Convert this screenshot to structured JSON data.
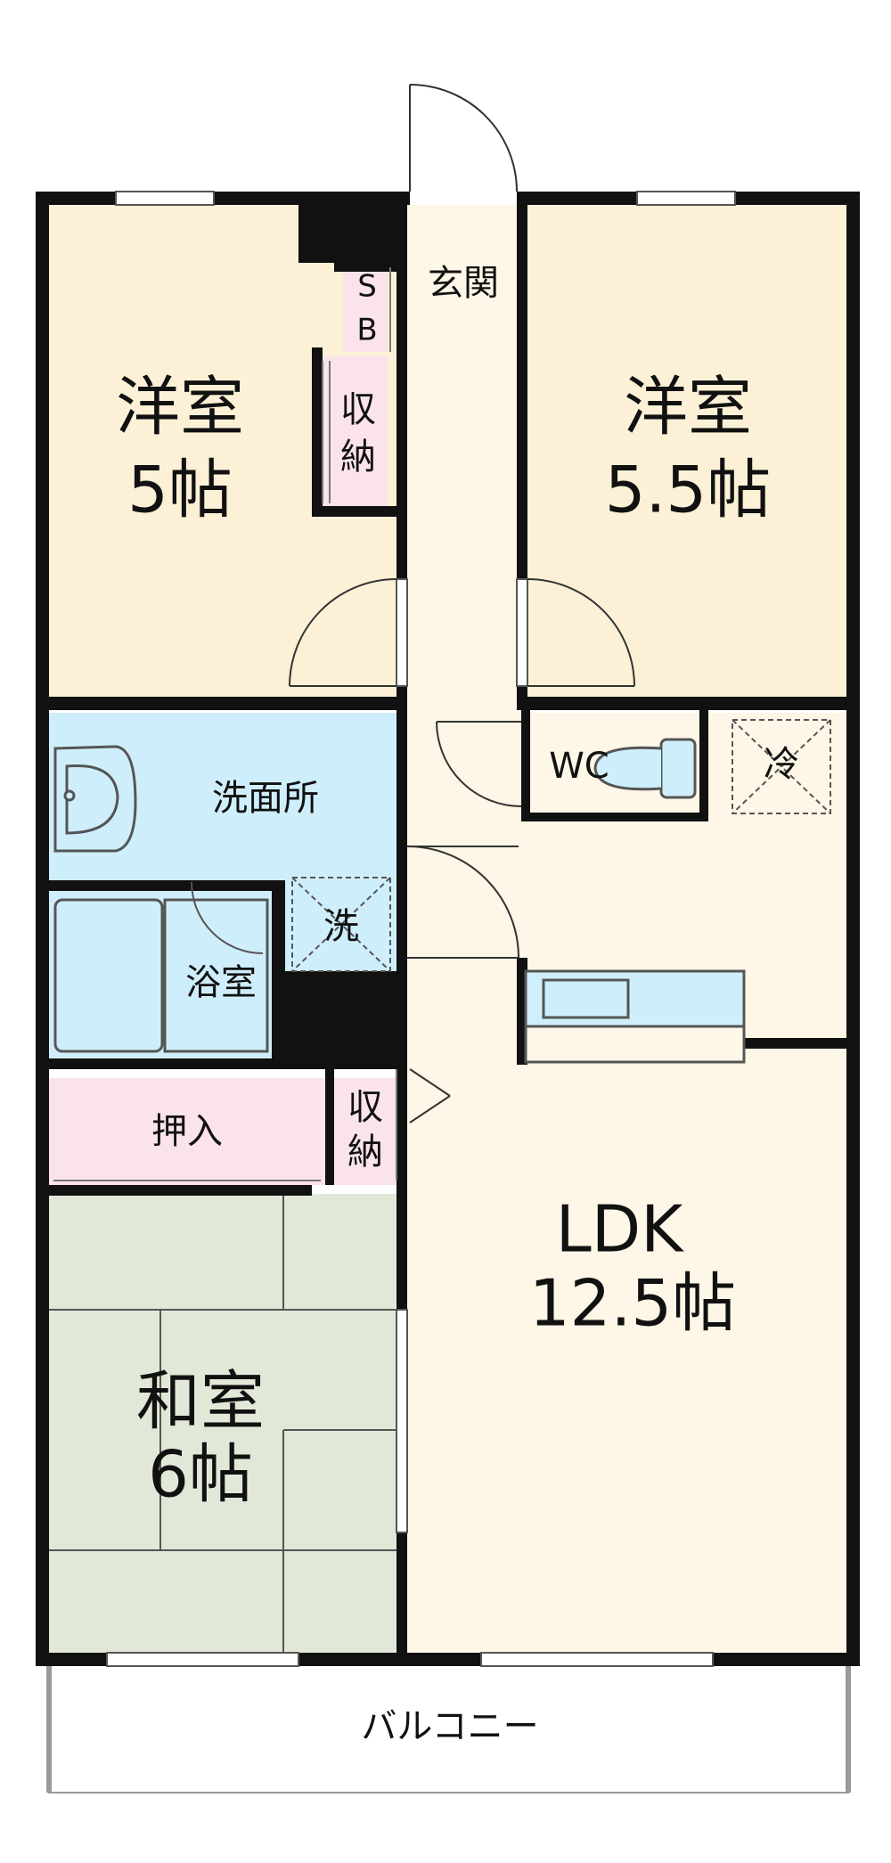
{
  "colors": {
    "wall": "#111111",
    "western_room": "#fcf1d6",
    "wet_area": "#cfeefb",
    "storage": "#fbe3ec",
    "tatami": "#e1e8d8",
    "ldk": "#fef6e6",
    "balcony": "#ffffff"
  },
  "rooms": {
    "western_5": {
      "name": "洋室",
      "size": "5帖"
    },
    "western_55": {
      "name": "洋室",
      "size": "5.5帖"
    },
    "japanese": {
      "name": "和室",
      "size": "6帖"
    },
    "ldk": {
      "name": "LDK",
      "size": "12.5帖"
    }
  },
  "labels": {
    "entrance": "玄関",
    "shoe_box_1": "S",
    "shoe_box_2": "B",
    "closet_1_a": "収",
    "closet_1_b": "納",
    "closet_2_a": "収",
    "closet_2_b": "納",
    "washroom": "洗面所",
    "bath": "浴室",
    "laundry": "洗",
    "wc": "WC",
    "fridge": "冷",
    "oshiire": "押入",
    "balcony": "バルコニー"
  },
  "icons": {
    "door_swing": "door-arc-icon",
    "sink": "washbasin-icon",
    "toilet": "toilet-icon",
    "bathtub": "bathtub-icon",
    "kitchen": "kitchen-counter-icon",
    "x_box": "appliance-space-icon"
  }
}
